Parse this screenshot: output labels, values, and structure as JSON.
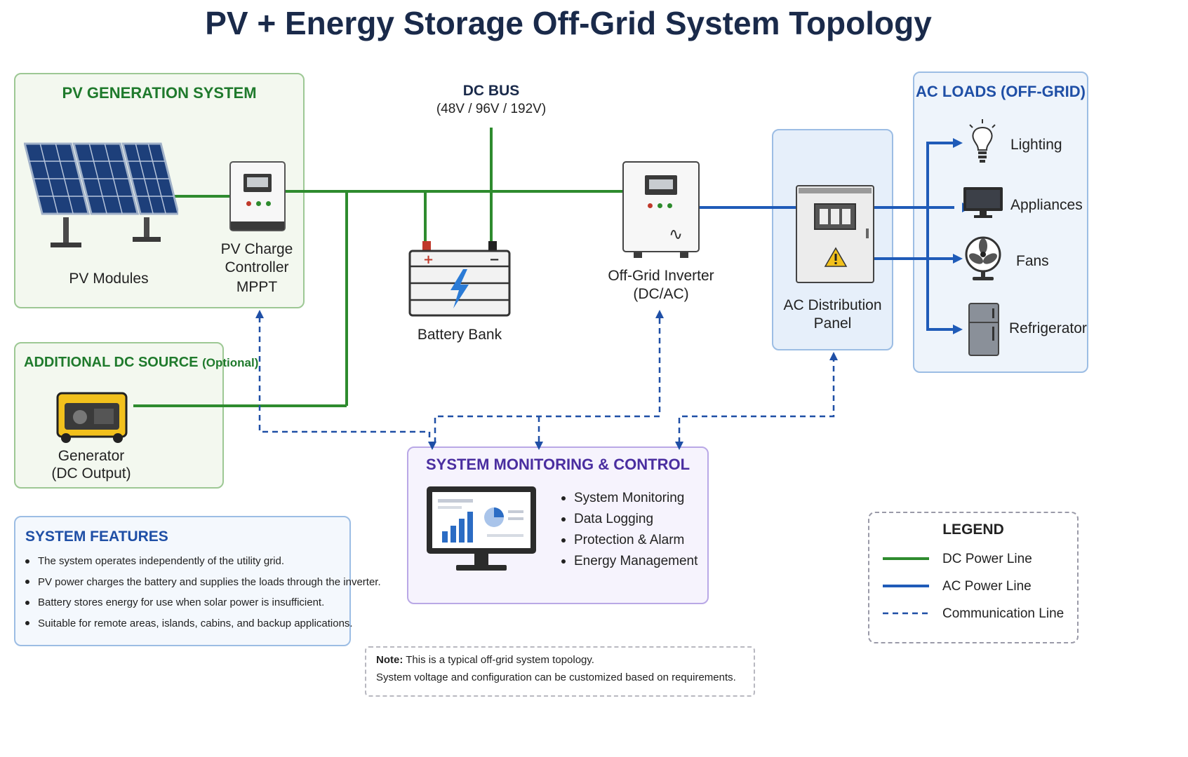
{
  "title": "PV + Energy Storage Off-Grid System Topology",
  "dc_bus": {
    "label": "DC BUS",
    "voltages": "(48V / 96V / 192V)"
  },
  "pv_system": {
    "header": "PV GENERATION SYSTEM",
    "modules_label": "PV Modules",
    "controller_label_1": "PV Charge",
    "controller_label_2": "Controller",
    "controller_label_3": "MPPT"
  },
  "battery": {
    "label": "Battery Bank"
  },
  "inverter": {
    "label_1": "Off-Grid Inverter",
    "label_2": "(DC/AC)"
  },
  "distribution": {
    "label_1": "AC Distribution",
    "label_2": "Panel"
  },
  "ac_loads": {
    "header": "AC LOADS (OFF-GRID)",
    "items": [
      "Lighting",
      "Appliances",
      "Fans",
      "Refrigerator"
    ]
  },
  "additional_source": {
    "header": "ADDITIONAL DC SOURCE",
    "header_optional": "(Optional)",
    "generator_label_1": "Generator",
    "generator_label_2": "(DC Output)"
  },
  "monitoring": {
    "header": "SYSTEM MONITORING & CONTROL",
    "items": [
      "System Monitoring",
      "Data Logging",
      "Protection & Alarm",
      "Energy Management"
    ]
  },
  "features": {
    "header": "SYSTEM FEATURES",
    "items": [
      "The system operates independently of the utility grid.",
      "PV power charges the battery and supplies the loads through the inverter.",
      "Battery stores energy for use when solar power is insufficient.",
      "Suitable for remote areas, islands, cabins, and backup applications."
    ]
  },
  "legend": {
    "title": "LEGEND",
    "items": [
      "DC Power Line",
      "AC Power Line",
      "Communication Line"
    ]
  },
  "note": {
    "label": "Note:",
    "line1": "This is a typical off-grid system topology.",
    "line2": "System voltage and configuration can be customized based on requirements."
  },
  "colors": {
    "dc_line": "#2e8b2e",
    "ac_line": "#1f5bb8",
    "comm_line": "#1f4fa6",
    "green_panel_bg": "#f3f8ef",
    "green_panel_border": "#9dc894",
    "blue_panel_bg": "#eef4fb",
    "blue_panel_border": "#9cbde4",
    "purple_panel_bg": "#f6f3fd",
    "purple_panel_border": "#b9a8e6"
  }
}
